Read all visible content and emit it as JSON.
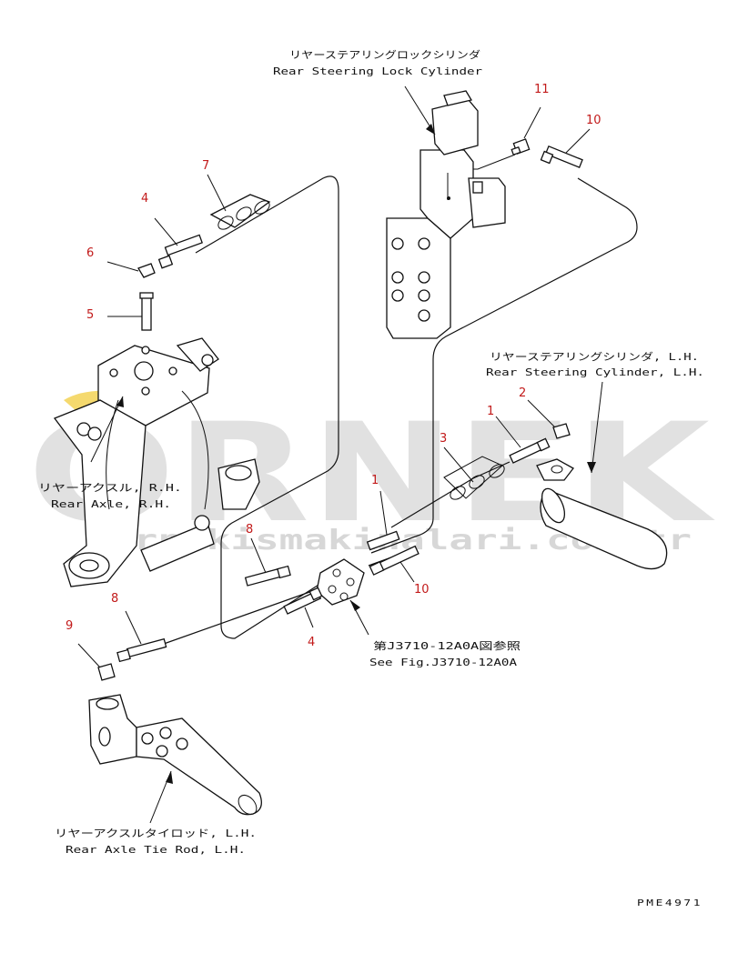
{
  "watermark": {
    "brand": "ORNEK",
    "url": "ornekismakinalari.com.tr",
    "accent_color": "#f2d04a"
  },
  "labels": {
    "rear_steering_lock_cylinder_jp": "リヤーステアリングロックシリンダ",
    "rear_steering_lock_cylinder_en": "Rear Steering Lock Cylinder",
    "rear_steering_cylinder_jp": "リヤーステアリングシリンダ, L.H.",
    "rear_steering_cylinder_en": "Rear Steering Cylinder, L.H.",
    "rear_axle_jp": "リヤーアクスル, R.H.",
    "rear_axle_en": "Rear Axle, R.H.",
    "tie_rod_jp": "リヤーアクスルタイロッド, L.H.",
    "tie_rod_en": "Rear Axle Tie Rod, L.H.",
    "see_fig_jp": "第J3710-12A0A図参照",
    "see_fig_en": "See Fig.J3710-12A0A"
  },
  "part_numbers": {
    "p11": "11",
    "p10_top": "10",
    "p7": "7",
    "p4_top": "4",
    "p6": "6",
    "p5": "5",
    "p2": "2",
    "p1_right": "1",
    "p3": "3",
    "p1_center": "1",
    "p10_center": "10",
    "p8_center": "8",
    "p4_center": "4",
    "p8_left": "8",
    "p9": "9"
  },
  "drawing_code": "PME4971",
  "colors": {
    "line": "#111111",
    "part_number": "#c21a1a"
  }
}
